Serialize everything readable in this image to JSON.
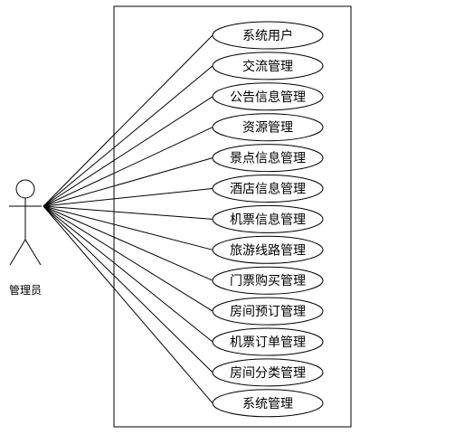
{
  "actor": {
    "label": "管理员"
  },
  "use_cases": [
    "系统用户",
    "交流管理",
    "公告信息管理",
    "资源管理",
    "景点信息管理",
    "酒店信息管理",
    "机票信息管理",
    "旅游线路管理",
    "门票购买管理",
    "房间预订管理",
    "机票订单管理",
    "房间分类管理",
    "系统管理"
  ],
  "colors": {
    "stroke": "#000000",
    "fill": "#ffffff"
  }
}
